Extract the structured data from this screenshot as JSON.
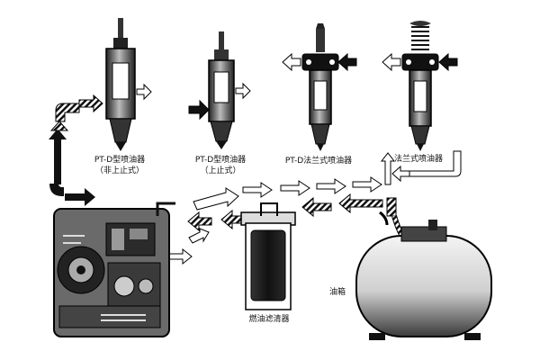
{
  "injectors": [
    {
      "name": "PT-D型喷油器",
      "sub": "（非上止式）"
    },
    {
      "name": "PT-D型喷油器",
      "sub": "（上止式）"
    },
    {
      "name": "PT-D法兰式喷油器",
      "sub": ""
    },
    {
      "name": "法兰式喷油器",
      "sub": ""
    }
  ],
  "components": {
    "filter": "燃油滤清器",
    "tank": "油箱"
  },
  "legend_colors": {
    "supply": "#ffffff",
    "return": "#222222"
  }
}
